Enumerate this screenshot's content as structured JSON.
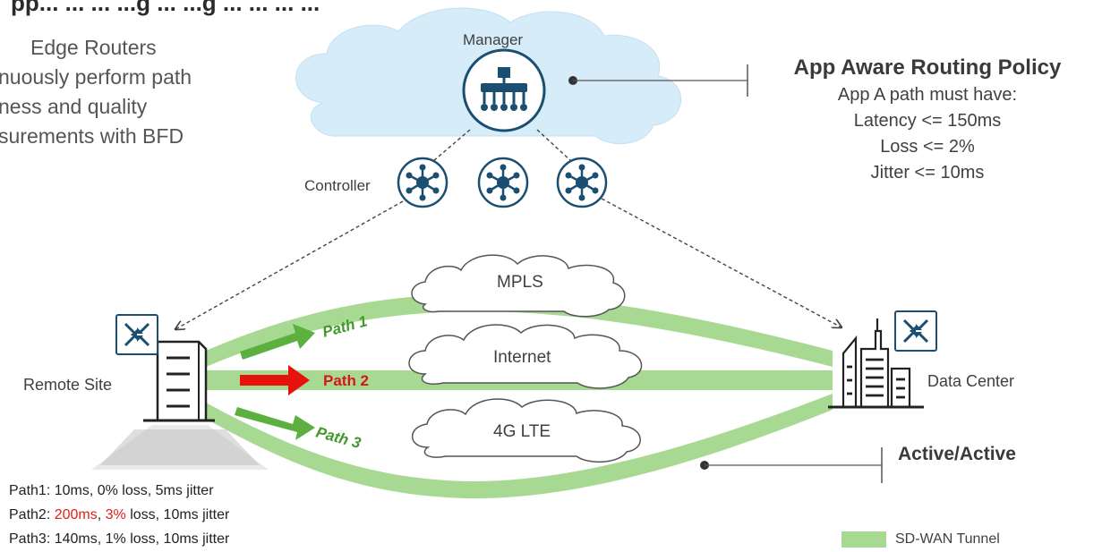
{
  "header": {
    "title_fragment": "pp... ... ... ...g ... ...g ... ... ... ..."
  },
  "intro": {
    "lines": [
      "Edge Routers",
      "nuously perform path",
      "ness and quality",
      "surements with BFD"
    ]
  },
  "nodes": {
    "manager": "Manager",
    "controller": "Controller",
    "remote_site": "Remote Site",
    "data_center": "Data Center"
  },
  "transports": [
    "MPLS",
    "Internet",
    "4G LTE"
  ],
  "paths": [
    "Path 1",
    "Path 2",
    "Path 3"
  ],
  "policy": {
    "title": "App Aware Routing Policy",
    "lines": [
      "App A path must have:",
      "Latency <= 150ms",
      "Loss <= 2%",
      "Jitter <= 10ms"
    ]
  },
  "active_label": "Active/Active",
  "legend": {
    "tunnel": "SD-WAN Tunnel"
  },
  "measurements": [
    {
      "label": "Path1: ",
      "latency": "10ms",
      "sep1": ", ",
      "loss": "0%",
      "rest": " loss, 5ms jitter",
      "bad_latency": false,
      "bad_loss": false
    },
    {
      "label": "Path2: ",
      "latency": "200ms",
      "sep1": ", ",
      "loss": "3%",
      "rest": " loss, 10ms jitter",
      "bad_latency": true,
      "bad_loss": true
    },
    {
      "label": "Path3: ",
      "latency": "140ms",
      "sep1": ", ",
      "loss": "1%",
      "rest": " loss, 10ms jitter",
      "bad_latency": false,
      "bad_loss": false
    }
  ],
  "colors": {
    "tunnel": "#a8d993",
    "arrow_ok": "#5cb040",
    "arrow_bad": "#e8120c",
    "path_ok_text": "#3f9a2a",
    "path_bad_text": "#d9141b",
    "icon_blue": "#1b4f72",
    "cloud": "#d6ecf8",
    "text": "#404040",
    "bad_value": "#e0201a"
  }
}
